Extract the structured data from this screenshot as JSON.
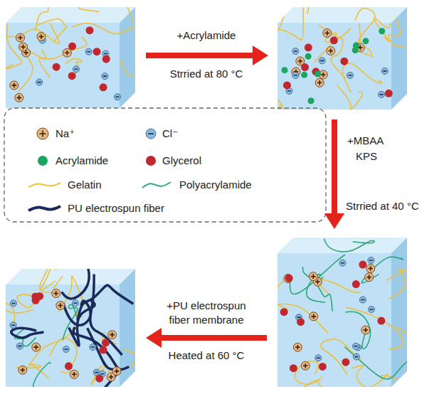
{
  "diagram": {
    "labels": [
      "+Acrylamide",
      "Strried at 80 °C",
      "+MBAA",
      "KPS",
      "Strried at 40 °C",
      "+PU electrospun fiber membrane",
      "Heated at 60 °C"
    ],
    "legend": [
      {
        "text": "Na⁺"
      },
      {
        "text": "Cl⁻"
      },
      {
        "text": "Acrylamide",
        "color": "#1aa560"
      },
      {
        "text": "Glycerol",
        "color": "#c1272d"
      },
      {
        "text": "Gelatin"
      },
      {
        "text": "Polyacrylamide"
      },
      {
        "text": "PU electrospun fiber"
      }
    ]
  }
}
